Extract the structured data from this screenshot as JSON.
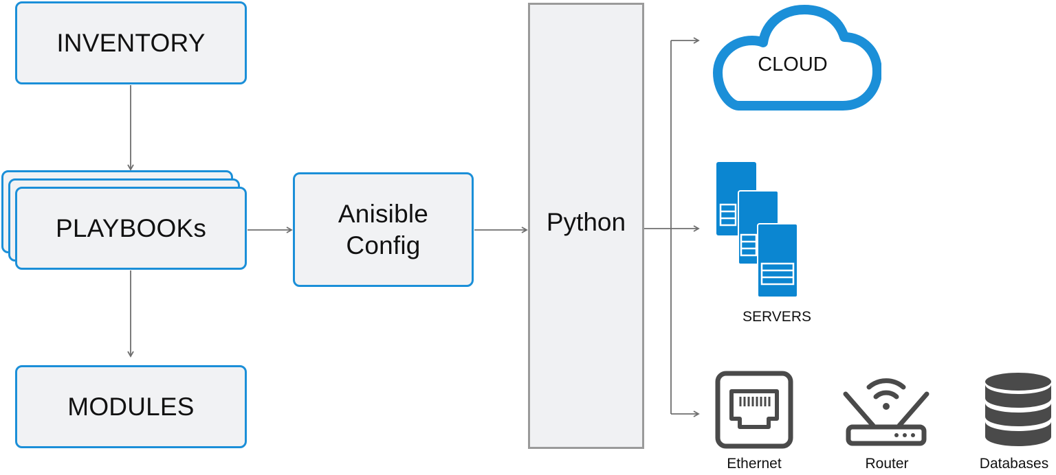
{
  "nodes": {
    "inventory": "INVENTORY",
    "playbooks": "PLAYBOOKs",
    "modules": "MODULES",
    "ansible_config_line1": "Anisible",
    "ansible_config_line2": "Config",
    "python": "Python"
  },
  "targets": {
    "cloud": "CLOUD",
    "servers": "SERVERS",
    "ethernet": "Ethernet",
    "router": "Router",
    "databases": "Databases"
  },
  "colors": {
    "accent_blue": "#1b8fd8",
    "server_blue": "#0b86d1",
    "box_fill": "#f1f2f4",
    "connector_gray": "#6e6e6e",
    "icon_gray": "#4a4a4a"
  },
  "icons": [
    "cloud-icon",
    "server-icon",
    "ethernet-icon",
    "router-icon",
    "database-icon"
  ]
}
